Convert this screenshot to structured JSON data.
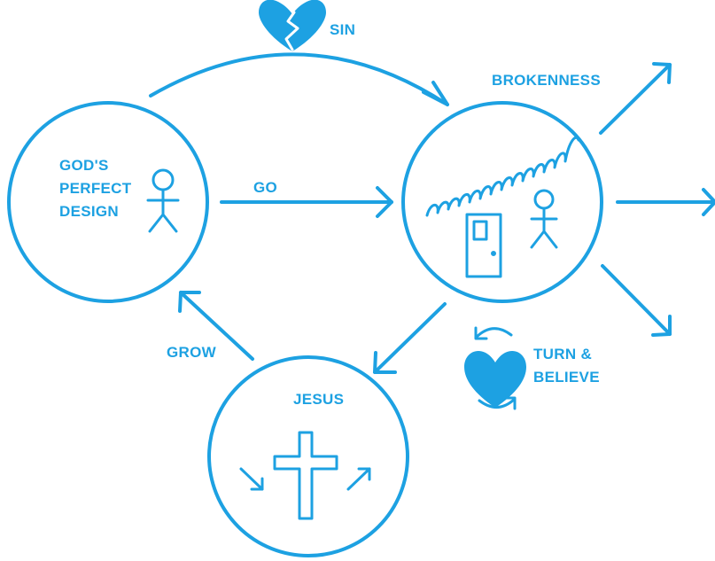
{
  "accent_color": "#1da1e2",
  "nodes": {
    "perfect_design": {
      "lines": [
        "GOD'S",
        "PERFECT",
        "DESIGN"
      ]
    },
    "brokenness": {
      "label": "BROKENNESS"
    },
    "jesus": {
      "label": "JESUS"
    }
  },
  "edges": {
    "sin": "SIN",
    "go": "GO",
    "grow": "GROW",
    "turn_believe": [
      "TURN &",
      "BELIEVE"
    ]
  },
  "icons": [
    "broken-heart-icon",
    "stick-figure-icon",
    "wavy-line-icon",
    "door-icon",
    "heart-cycle-icon",
    "cross-icon"
  ]
}
